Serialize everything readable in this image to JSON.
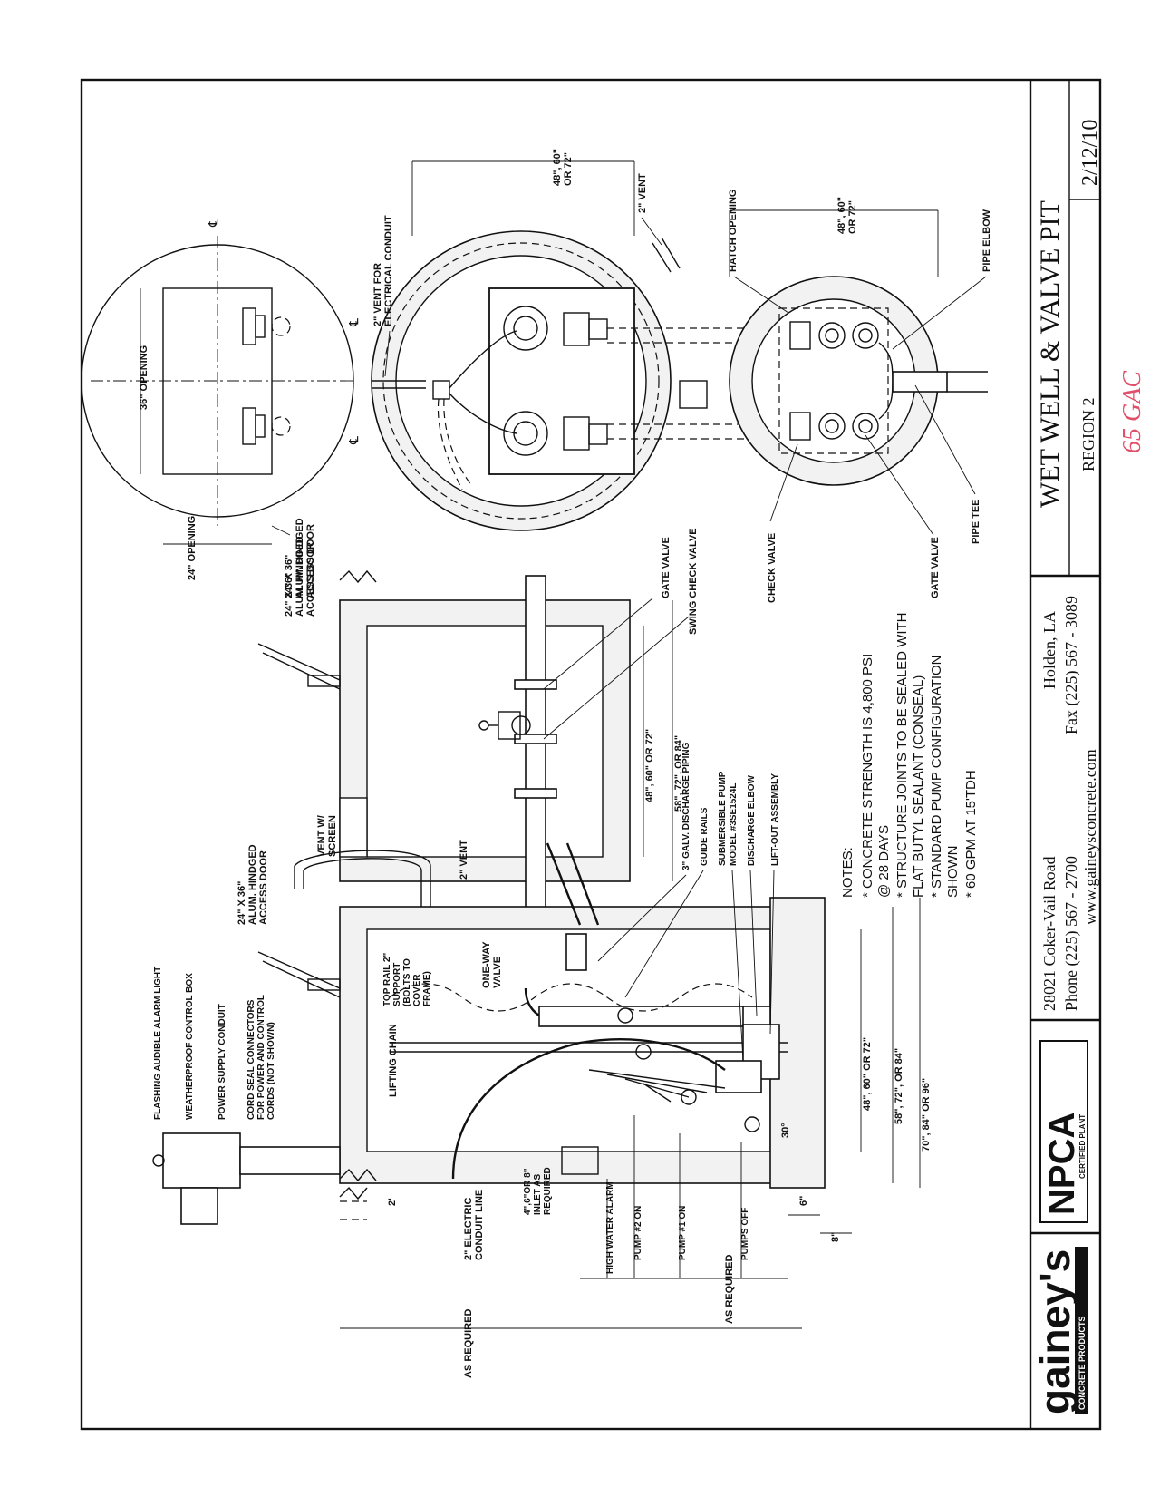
{
  "title_block": {
    "title": "WET WELL & VALVE PIT",
    "region": "REGION 2",
    "date": "2/12/10",
    "handwritten": "65 GAC",
    "address": "28021  Coker-Vail Road",
    "city": "Holden,  LA",
    "phone": "Phone  (225) 567 - 2700",
    "fax": "Fax  (225) 567 - 3089",
    "website": "www.gaineysconcrete.com",
    "logo_main": "gainey's",
    "logo_sub": "CONCRETE PRODUCTS",
    "npca_main": "NPCA",
    "npca_sub": "CERTIFIED PLANT"
  },
  "notes": {
    "heading": "NOTES:",
    "items": [
      "* CONCRETE STRENGTH IS 4,800 PSI",
      "   @ 28 DAYS",
      "* STRUCTURE JOINTS TO BE SEALED WITH",
      "   FLAT BUTYL SEALANT (CONSEAL)",
      "* STANDARD PUMP CONFIGURATION",
      "   SHOWN",
      "* 60 GPM AT 15'TDH"
    ]
  },
  "hatch_view": {
    "opening_36": "36\" OPENING",
    "opening_24": "24\" OPENING",
    "access_door": [
      "24\" X 36\"",
      "ALUM. HINDGED",
      "ACCESS DOOR"
    ],
    "cl": "℄"
  },
  "plan_view": {
    "vent_conduit": [
      "2\" VENT FOR",
      "ELECTRICAL CONDUIT"
    ],
    "vent_2": "2\" VENT",
    "dim_wetwell": [
      "48\", 60\"",
      "OR 72\""
    ],
    "dim_valvepit": [
      "48\", 60\"",
      "OR 72\""
    ],
    "hatch_opening": "HATCH OPENING",
    "pipe_elbow": "PIPE ELBOW",
    "pipe_tee": "PIPE TEE",
    "gate_valve": "GATE VALVE",
    "check_valve": "CHECK VALVE"
  },
  "section_view": {
    "gate_valve": "GATE VALVE",
    "swing_check_valve": "SWING CHECK VALVE",
    "dim_pit_inner": "48\", 60\" OR 72\"",
    "dim_pit_outer": "58\", 72\", OR  84\"",
    "vent_screen": [
      "VENT W/",
      "SCREEN"
    ],
    "vent_2": "2\" VENT",
    "access_door": [
      "24\" X 36\"",
      "ALUM. HINDGED",
      "ACCESS DOOR"
    ],
    "discharge_piping": "3\" GALV. DISCHARGE PIPING",
    "guide_rails": "GUIDE RAILS",
    "sub_pump": [
      "SUBMERSIBLE PUMP",
      "MODEL #3SE1524L"
    ],
    "discharge_elbow": "DISCHARGE ELBOW",
    "lift_out": "LIFT-OUT ASSEMBLY",
    "top_rail": [
      "TOP RAIL 2\"",
      "SUPPORT",
      "(BOLTS TO",
      "COVER",
      "FRAME)"
    ],
    "one_way": [
      "ONE-WAY",
      "VALVE"
    ],
    "lifting_chain": "LIFTING CHAIN",
    "alarm_light": "FLASHING AUDIBLE ALARM LIGHT",
    "control_box": "WEATHERPROOF CONTROL BOX",
    "power_conduit": "POWER SUPPLY CONDUIT",
    "cord_seal": [
      "CORD SEAL CONNECTORS",
      "FOR POWER AND CONTROL",
      "CORDS (NOT SHOWN)"
    ],
    "dim_2ft": "2'",
    "electric_conduit": [
      "2\" ELECTRIC",
      "CONDUIT LINE"
    ],
    "inlet": [
      "4\",6\"OR 8\"",
      "INLET AS",
      "REQUIRED"
    ],
    "float_labels": [
      "HIGH WATER ALARM",
      "PUMP #2 ON",
      "PUMP #1 ON",
      "PUMPS OFF"
    ],
    "as_required_1": "AS REQUIRED",
    "as_required_2": "AS REQUIRED",
    "angle": "30°",
    "dim_well_inner": "48\", 60\" OR  72\"",
    "dim_well_mid": "58\", 72\", OR  84\"",
    "dim_well_outer": "70\", 84\" OR 96\"",
    "dim_6": "6\"",
    "dim_8": "8\""
  }
}
